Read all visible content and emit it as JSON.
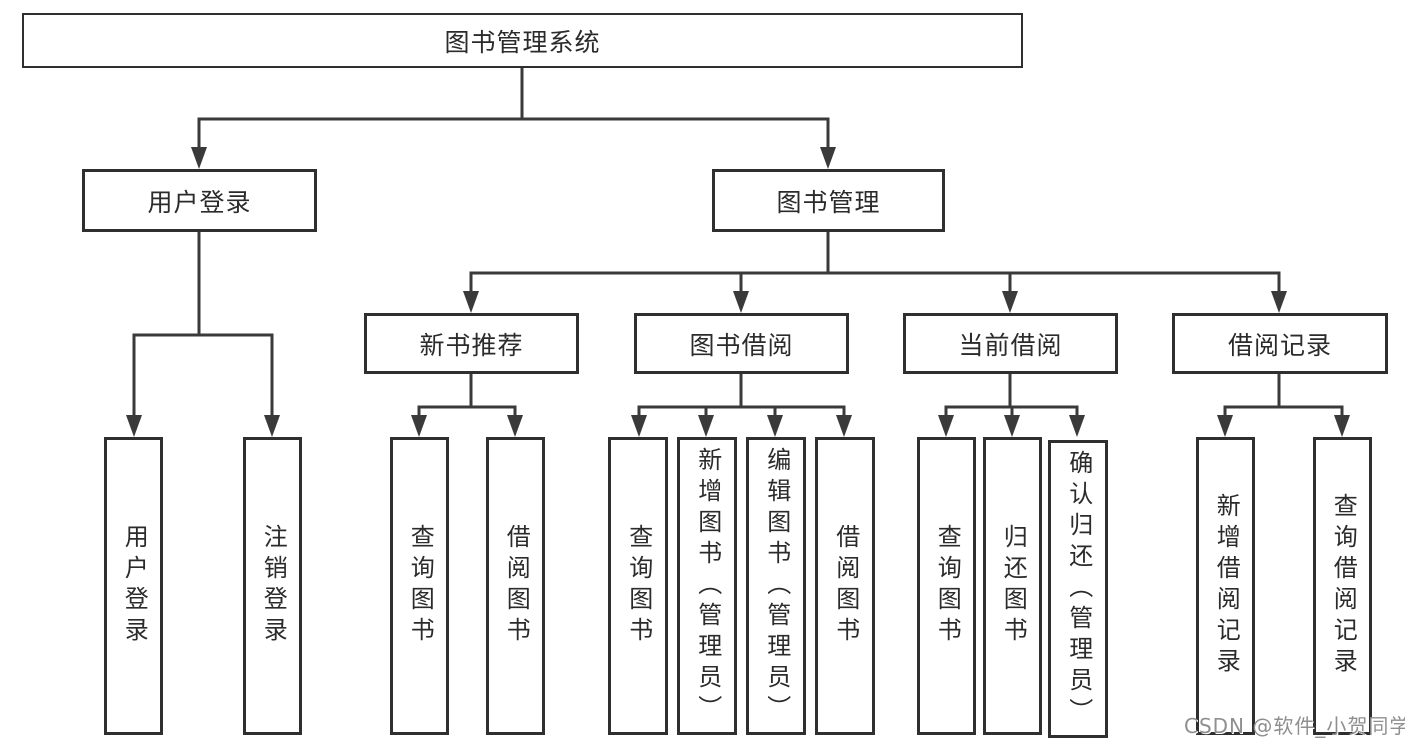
{
  "tree": {
    "label": "图书管理系统",
    "children": [
      {
        "label": "用户登录",
        "children": [
          {
            "label": "用户登录"
          },
          {
            "label": "注销登录"
          }
        ]
      },
      {
        "label": "图书管理",
        "children": [
          {
            "label": "新书推荐",
            "children": [
              {
                "label": "查询图书"
              },
              {
                "label": "借阅图书"
              }
            ]
          },
          {
            "label": "图书借阅",
            "children": [
              {
                "label": "查询图书"
              },
              {
                "label": "新增图书（管理员）"
              },
              {
                "label": "编辑图书（管理员）"
              },
              {
                "label": "借阅图书"
              }
            ]
          },
          {
            "label": "当前借阅",
            "children": [
              {
                "label": "查询图书"
              },
              {
                "label": "归还图书"
              },
              {
                "label": "确认归还（管理员）"
              }
            ]
          },
          {
            "label": "借阅记录",
            "children": [
              {
                "label": "新增借阅记录"
              },
              {
                "label": "查询借阅记录"
              }
            ]
          }
        ]
      }
    ]
  },
  "watermark": {
    "text": "CSDN @软件_小贺同学"
  },
  "colors": {
    "background": "#ffffff",
    "line": "#3a3a3a",
    "box_border": "#2f2f2f",
    "text": "#2b2b2b",
    "watermark": "#8f8f8f"
  }
}
